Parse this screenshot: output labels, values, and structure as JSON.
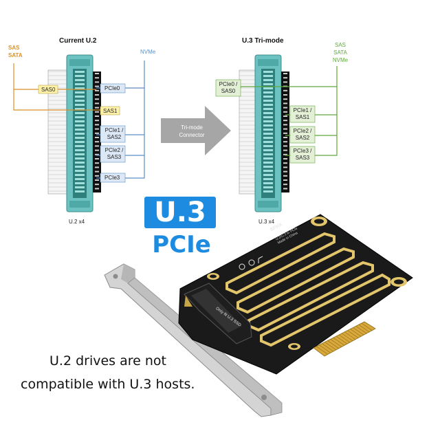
{
  "diagram": {
    "left_title": "Current U.2",
    "right_title": "U.3 Tri-mode",
    "left_caption": "U.2 x4",
    "right_caption": "U.3 x4",
    "left_side_labels": [
      "SAS",
      "SATA"
    ],
    "left_nvme_label": "NVMe",
    "right_side_labels": [
      "SAS",
      "SATA",
      "NVMe"
    ],
    "left_boxes": [
      "SAS0",
      "SAS1",
      "PCIe0",
      "PCIe1 /",
      "SAS2",
      "PCIe2 /",
      "SAS3",
      "PCIe3"
    ],
    "right_boxes": [
      "PCIe0 /",
      "SAS0",
      "PCIe1 /",
      "SAS1",
      "PCIe2 /",
      "SAS2",
      "PCIe3 /",
      "SAS3"
    ],
    "arrow_text": [
      "Tri-mode",
      "Connector"
    ],
    "colors": {
      "sas_orange": "#d9912b",
      "nvme_blue": "#5b8fc7",
      "trimode_green": "#5fa83b",
      "connector_teal": "#6cc2c0",
      "arrow_gray": "#a6a6a6"
    }
  },
  "badge": {
    "u3": "U.3",
    "pcie": "PCIe",
    "color": "#1d8be0"
  },
  "card": {
    "brand": "SFHX",
    "text_lines": [
      "U.2/U.3 to PCIe",
      "Made in China",
      "Only fit U.3 SSD"
    ]
  },
  "note": {
    "line1": "U.2 drives are not",
    "line2": "compatible with U.3 hosts."
  }
}
